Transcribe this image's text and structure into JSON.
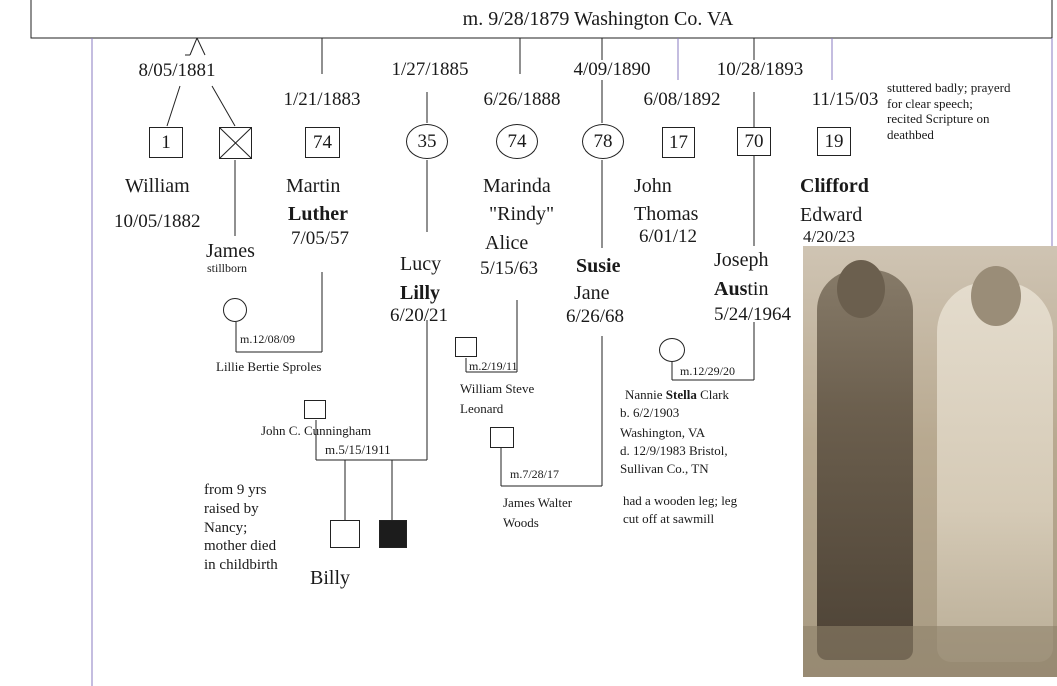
{
  "marriage": {
    "label": "m. 9/28/1879 Washington Co. VA"
  },
  "colors": {
    "line": "#222222",
    "accent_line": "#8a7bc0",
    "filled": "#1c1c1c"
  },
  "children": [
    {
      "dates": "8/05/1881",
      "twins": [
        {
          "symbol": "1",
          "name": "William",
          "death": "10/05/1882"
        },
        {
          "symbol": "",
          "icon": "x-square-icon",
          "name": "James",
          "note": "stillborn"
        }
      ]
    },
    {
      "date": "1/21/1883",
      "symbol": "74",
      "name_line1": "Martin",
      "name_line2": "Luther",
      "death": "7/05/57"
    },
    {
      "date": "1/27/1885",
      "symbol": "35",
      "name_line1": "Lucy",
      "name_line2": "Lilly",
      "death": "6/20/21"
    },
    {
      "date": "6/26/1888",
      "symbol": "74",
      "name_line1": "Marinda",
      "name_line2": "\"Rindy\"",
      "name_line3": "Alice",
      "death": "5/15/63"
    },
    {
      "date": "4/09/1890",
      "symbol": "78",
      "name_line1": "Susie",
      "name_line2": "Jane",
      "death": "6/26/68"
    },
    {
      "date": "6/08/1892",
      "symbol": "17",
      "name_line1": "John",
      "name_line2": "Thomas",
      "death": "6/01/12"
    },
    {
      "date": "10/28/1893",
      "symbol": "70",
      "name_line1": "Joseph",
      "name_line2_bold": "Aus",
      "name_line2_rest": "tin",
      "death": "5/24/1964"
    },
    {
      "date": "11/15/03",
      "symbol": "19",
      "name_line1": "Clifford",
      "name_line2": "Edward",
      "death": "4/20/23",
      "note": "stuttered badly; prayerd for clear speech; recited Scripture on deathbed"
    }
  ],
  "spouses": {
    "luther": {
      "marriage": "m.12/08/09",
      "name": "Lillie Bertie Sproles"
    },
    "lilly": {
      "marriage": "m.5/15/1911",
      "name": "John C. Cunningham"
    },
    "rindy": {
      "marriage": "m.2/19/11",
      "name_line1": "William Steve",
      "name_line2": "Leonard"
    },
    "susie": {
      "marriage": "m.7/28/17",
      "name_line1": "James Walter",
      "name_line2": "Woods"
    },
    "austin": {
      "marriage": "m.12/29/20",
      "name_prefix": "Nannie ",
      "name_bold": "Stella",
      "name_suffix": " Clark",
      "born": "b. 6/2/1903",
      "born_place": "Washington, VA",
      "died": "d. 12/9/1983 Bristol,",
      "died_place": "Sullivan Co., TN",
      "note_line1": "had a wooden leg; leg",
      "note_line2": "cut off at sawmill"
    }
  },
  "grandchildren": {
    "billy": "Billy",
    "billy_note": [
      "from 9 yrs",
      "raised by",
      "Nancy;",
      "mother died",
      "in childbirth"
    ]
  },
  "photo": {
    "alt": "couple-photo"
  }
}
